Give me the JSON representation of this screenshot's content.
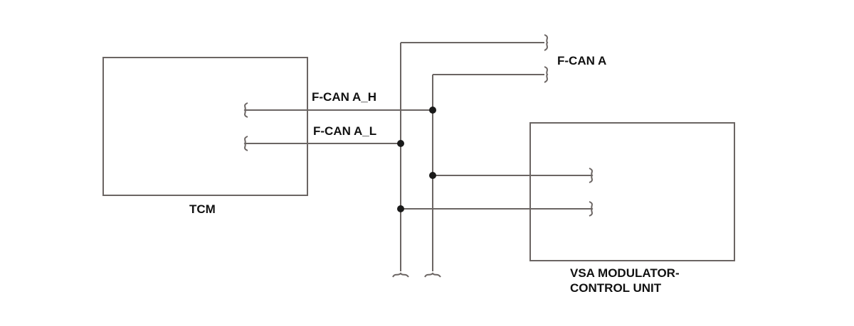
{
  "labels": {
    "tcm": "TCM",
    "bus": "F-CAN A",
    "wire_h": "F-CAN A_H",
    "wire_l": "F-CAN A_L",
    "vsa_line1": "VSA MODULATOR-",
    "vsa_line2": "CONTROL UNIT"
  },
  "colors": {
    "line": "#6b6563",
    "dot": "#1a1a1a",
    "text": "#111111"
  }
}
